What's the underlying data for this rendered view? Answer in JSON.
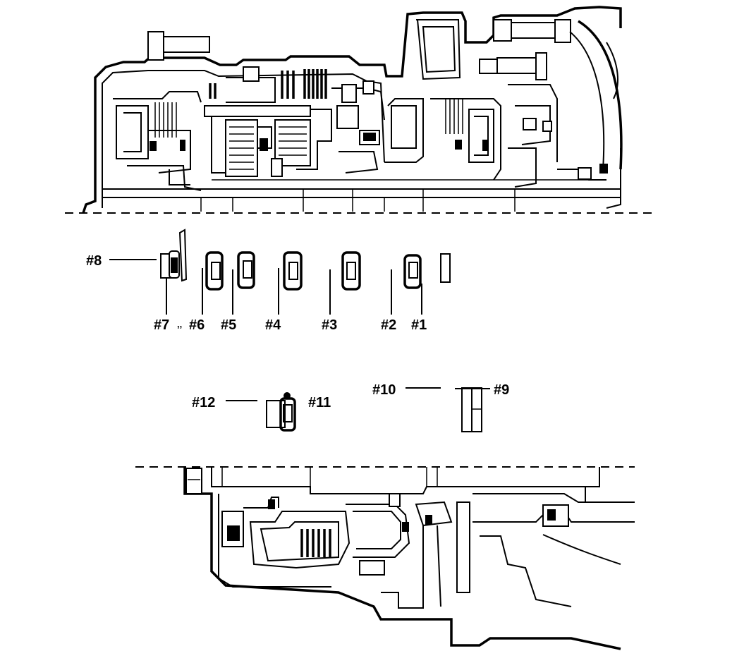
{
  "labels": {
    "n1": "#1",
    "n2": "#2",
    "n3": "#3",
    "n4": "#4",
    "n5": "#5",
    "n6": "#6",
    "n7": "#7",
    "n7_mark": ",,",
    "n8": "#8",
    "n9": "#9",
    "n10": "#10",
    "n11": "#11",
    "n12": "#12"
  }
}
